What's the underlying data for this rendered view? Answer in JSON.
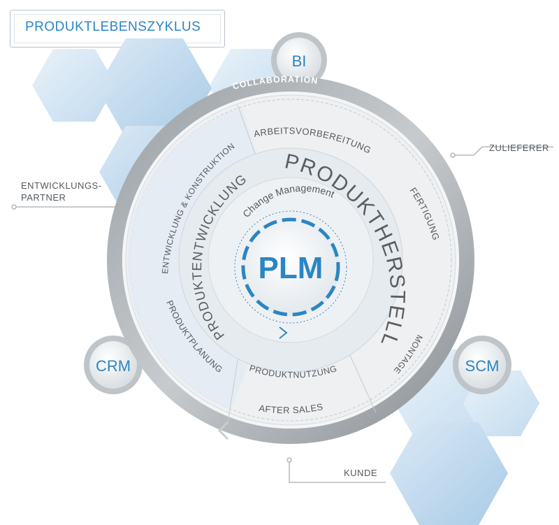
{
  "title": "PRODUKTLEBENSZYKLUS",
  "top_circle": "BI",
  "ring_label": "COLLABORATION",
  "left_circle": "CRM",
  "right_circle": "SCM",
  "center": "PLM",
  "change_management": "Change Management",
  "big_label_right": "PRODUKTHERSTELLUNG",
  "big_label_left": "PRODUKTENTWICKLUNG",
  "segments": {
    "arbeitsvorbereitung": "ARBEITSVORBEREITUNG",
    "fertigung": "FERTIGUNG",
    "montage": "MONTAGE",
    "after_sales": "AFTER SALES",
    "produktnutzung": "PRODUKTNUTZUNG",
    "produktplanung": "PRODUKTPLANUNG",
    "entwicklung": "ENTWICKLUNG & KONSTRUKTION"
  },
  "callouts": {
    "zulieferer": "ZULIEFERER",
    "partner_line1": "ENTWICKLUNGS-",
    "partner_line2": "PARTNER",
    "kunde": "KUNDE"
  },
  "colors": {
    "accent": "#2a86c3",
    "hex_blue": "#a9cbe6",
    "ring_gray": "#8a8f94",
    "text_gray": "#55595d"
  }
}
